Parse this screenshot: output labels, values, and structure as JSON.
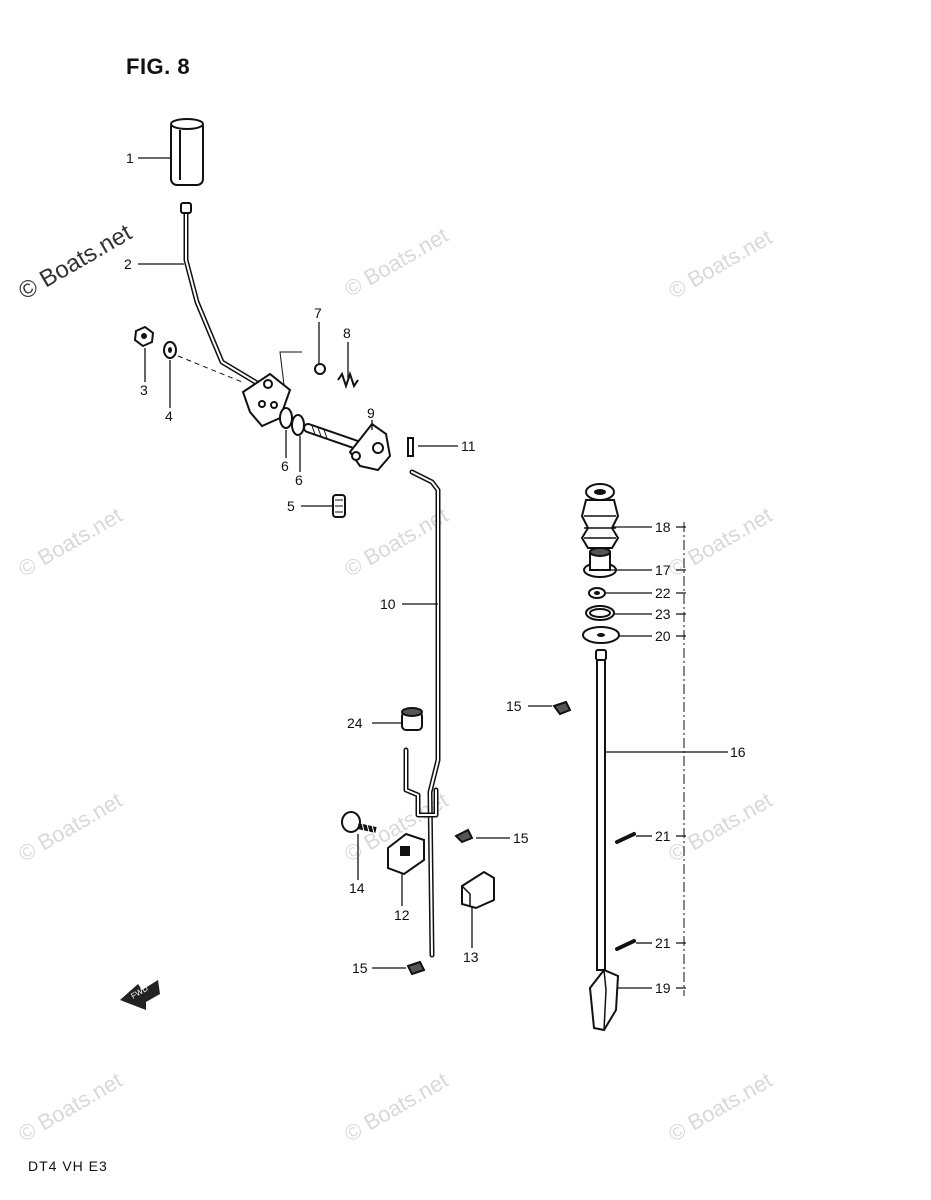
{
  "title": "FIG. 8",
  "footer_code": "DT4 VH E3",
  "watermark_text": "© Boats.net",
  "fwd_label": "FWD",
  "callouts": [
    {
      "id": "c1",
      "label": "1"
    },
    {
      "id": "c2",
      "label": "2"
    },
    {
      "id": "c3",
      "label": "3"
    },
    {
      "id": "c4",
      "label": "4"
    },
    {
      "id": "c5",
      "label": "5"
    },
    {
      "id": "c6a",
      "label": "6"
    },
    {
      "id": "c6b",
      "label": "6"
    },
    {
      "id": "c7",
      "label": "7"
    },
    {
      "id": "c8",
      "label": "8"
    },
    {
      "id": "c9",
      "label": "9"
    },
    {
      "id": "c10",
      "label": "10"
    },
    {
      "id": "c11",
      "label": "11"
    },
    {
      "id": "c12",
      "label": "12"
    },
    {
      "id": "c13",
      "label": "13"
    },
    {
      "id": "c14",
      "label": "14"
    },
    {
      "id": "c15a",
      "label": "15"
    },
    {
      "id": "c15b",
      "label": "15"
    },
    {
      "id": "c15c",
      "label": "15"
    },
    {
      "id": "c16",
      "label": "16"
    },
    {
      "id": "c17",
      "label": "17"
    },
    {
      "id": "c18",
      "label": "18"
    },
    {
      "id": "c19",
      "label": "19"
    },
    {
      "id": "c20",
      "label": "20"
    },
    {
      "id": "c21a",
      "label": "21"
    },
    {
      "id": "c21b",
      "label": "21"
    },
    {
      "id": "c22",
      "label": "22"
    },
    {
      "id": "c23",
      "label": "23"
    },
    {
      "id": "c24",
      "label": "24"
    }
  ]
}
